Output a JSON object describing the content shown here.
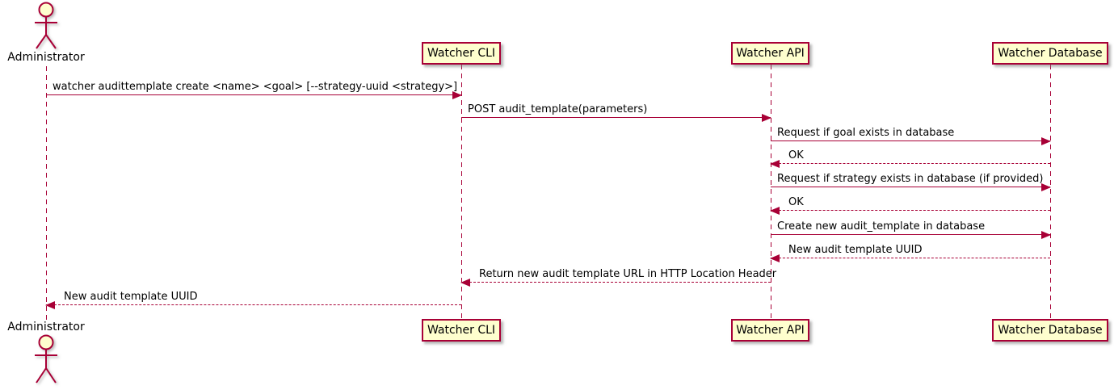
{
  "diagram": {
    "type": "sequence",
    "actor": {
      "name": "Administrator",
      "icon": "actor-stick-figure-icon"
    },
    "participants": [
      {
        "label": "Watcher CLI"
      },
      {
        "label": "Watcher API"
      },
      {
        "label": "Watcher Database"
      }
    ],
    "messages": [
      {
        "text": "watcher audittemplate create <name> <goal> [--strategy-uuid <strategy>]",
        "from": "Administrator",
        "to": "Watcher CLI",
        "line": "solid",
        "direction": "right"
      },
      {
        "text": "POST audit_template(parameters)",
        "from": "Watcher CLI",
        "to": "Watcher API",
        "line": "solid",
        "direction": "right"
      },
      {
        "text": "Request if goal exists in database",
        "from": "Watcher API",
        "to": "Watcher Database",
        "line": "solid",
        "direction": "right"
      },
      {
        "text": "OK",
        "from": "Watcher Database",
        "to": "Watcher API",
        "line": "dashed",
        "direction": "left"
      },
      {
        "text": "Request if strategy exists in database (if provided)",
        "from": "Watcher API",
        "to": "Watcher Database",
        "line": "solid",
        "direction": "right"
      },
      {
        "text": "OK",
        "from": "Watcher Database",
        "to": "Watcher API",
        "line": "dashed",
        "direction": "left"
      },
      {
        "text": "Create new audit_template in database",
        "from": "Watcher API",
        "to": "Watcher Database",
        "line": "solid",
        "direction": "right"
      },
      {
        "text": "New audit template UUID",
        "from": "Watcher Database",
        "to": "Watcher API",
        "line": "dashed",
        "direction": "left"
      },
      {
        "text": "Return new audit template URL in HTTP Location Header",
        "from": "Watcher API",
        "to": "Watcher CLI",
        "line": "dashed",
        "direction": "left"
      },
      {
        "text": "New audit template UUID",
        "from": "Watcher CLI",
        "to": "Administrator",
        "line": "dashed",
        "direction": "left"
      }
    ],
    "colors": {
      "line": "#A80036",
      "box_fill": "#FEFECE",
      "text": "#000000",
      "background": "#FFFFFF"
    }
  }
}
